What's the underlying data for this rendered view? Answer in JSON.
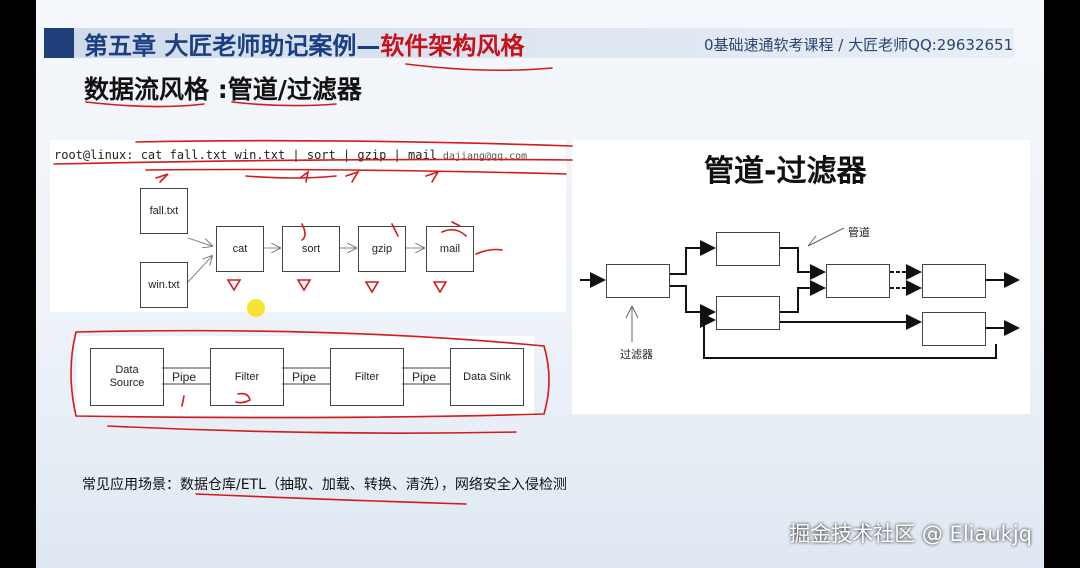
{
  "header": {
    "title_prefix": "第五章  大匠老师助记案例—",
    "title_highlight": "软件架构风格",
    "course_info": "0基础速通软考课程 / 大匠老师QQ:29632651",
    "subtitle": "数据流风格 :管道/过滤器"
  },
  "command": {
    "text": "root@linux: cat fall.txt win.txt | sort | gzip | mail",
    "email": "dajiang@qq.com"
  },
  "shell_pipeline": {
    "inputs": [
      "fall.txt",
      "win.txt"
    ],
    "stages": [
      "cat",
      "sort",
      "gzip",
      "mail"
    ]
  },
  "generic_pipeline": {
    "source": "Data\nSource",
    "filter1": "Filter",
    "filter2": "Filter",
    "sink": "Data Sink",
    "pipe_label": "Pipe"
  },
  "right_diagram": {
    "title": "管道-过滤器",
    "pipe_label": "管道",
    "filter_label": "过滤器"
  },
  "scenarios": "常见应用场景：数据仓库/ETL（抽取、加载、转换、清洗），网络安全入侵检测",
  "watermark": "掘金技术社区 @ Eliaukjq",
  "colors": {
    "title_blue": "#1b3d82",
    "highlight_red": "#c8101a",
    "annotation_red": "#d41a1a"
  }
}
